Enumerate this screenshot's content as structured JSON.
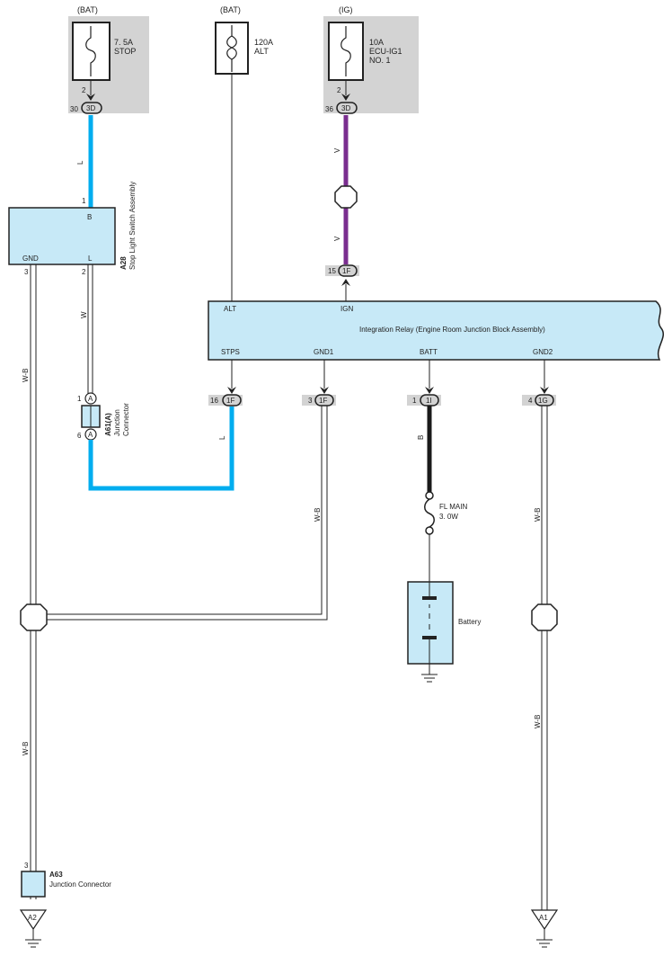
{
  "colors": {
    "blue": "#00adef",
    "violet": "#7a2e8f",
    "black": "#1a1a1a",
    "grey_box": "#d3d3d3",
    "component_fill": "#c7e9f7",
    "connector_grey": "#bdbdbd"
  },
  "fuses": {
    "stop": {
      "source": "(BAT)",
      "rating": "7. 5A",
      "name": "STOP",
      "pin": "2",
      "conn_pin": "30",
      "conn": "3D"
    },
    "alt": {
      "source": "(BAT)",
      "rating": "120A",
      "name": "ALT"
    },
    "ecu": {
      "source": "(IG)",
      "rating": "10A",
      "name1": "ECU-IG1",
      "name2": "NO. 1",
      "pin": "2",
      "conn_pin": "36",
      "conn": "3D"
    }
  },
  "switch": {
    "code": "A28",
    "name": "Stop Light Switch Assembly",
    "term_b": "B",
    "term_gnd": "GND",
    "term_l": "L",
    "pin_b": "1",
    "pin_gnd": "3",
    "pin_l": "2"
  },
  "relay": {
    "name": "Integration Relay (Engine Room Junction Block Assembly)",
    "alt": "ALT",
    "ign": "IGN",
    "stps": "STPS",
    "gnd1": "GND1",
    "batt": "BATT",
    "gnd2": "GND2"
  },
  "relay_connectors": {
    "ign": {
      "pin": "15",
      "conn": "1F"
    },
    "stps": {
      "pin": "16",
      "conn": "1F"
    },
    "gnd1": {
      "pin": "3",
      "conn": "1F"
    },
    "batt": {
      "pin": "1",
      "conn": "1I"
    },
    "gnd2": {
      "pin": "4",
      "conn": "1G"
    }
  },
  "junction_a61": {
    "code": "A61(A)",
    "name1": "Junction",
    "name2": "Connector",
    "pin_top": "1",
    "pin_bottom": "6",
    "letter": "A"
  },
  "fusible_link": {
    "name": "FL MAIN",
    "rating": "3. 0W"
  },
  "battery": {
    "name": "Battery"
  },
  "junction_a63": {
    "code": "A63",
    "name": "Junction Connector",
    "pin": "3"
  },
  "grounds": {
    "left": "A2",
    "right": "A1"
  },
  "wire_colors": {
    "stop": "L",
    "ecu_upper": "V",
    "ecu_lower": "V",
    "switch_l": "W",
    "switch_gnd": "W-B",
    "stps": "L",
    "gnd1": "W-B",
    "batt": "B",
    "gnd2_upper": "W-B",
    "gnd2_lower": "W-B",
    "left_lower": "W-B"
  }
}
